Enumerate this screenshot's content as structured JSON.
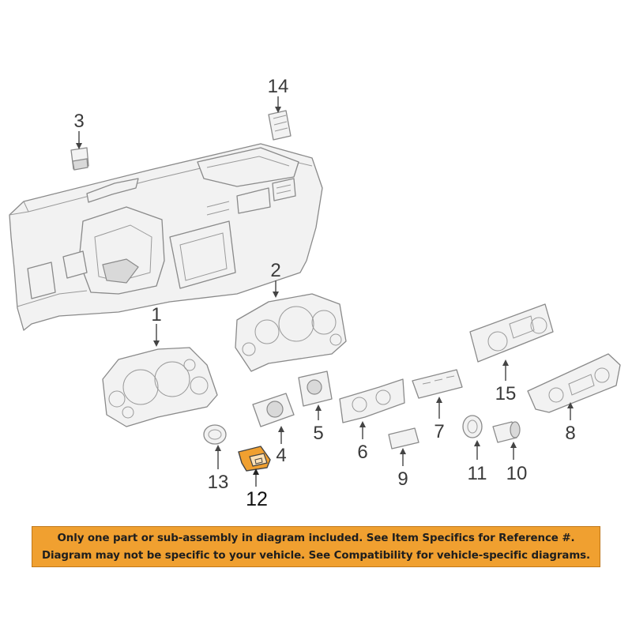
{
  "callouts": {
    "c1": "1",
    "c2": "2",
    "c3": "3",
    "c4": "4",
    "c5": "5",
    "c6": "6",
    "c7": "7",
    "c8": "8",
    "c9": "9",
    "c10": "10",
    "c11": "11",
    "c12": "12",
    "c13": "13",
    "c14": "14",
    "c15": "15"
  },
  "highlighted_part": "12",
  "colors": {
    "highlight": "#f0a030",
    "banner": "#f0a030",
    "line_art": "#8a8a8a"
  },
  "notice": {
    "line1": "Only one part or sub-assembly in diagram included. See Item Specifics for Reference #.",
    "line2": "Diagram may not be specific to your vehicle. See Compatibility for vehicle-specific diagrams."
  }
}
